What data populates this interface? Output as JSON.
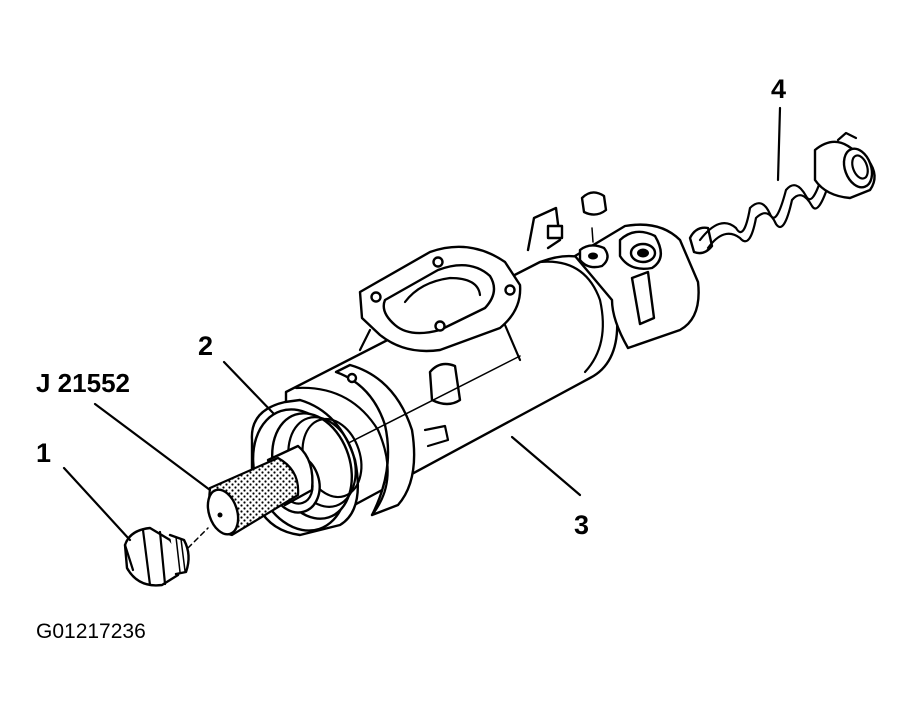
{
  "diagram": {
    "labels": {
      "one": "1",
      "two": "2",
      "three": "3",
      "four": "4",
      "tool": "J 21552"
    },
    "figure_id": "G01217236"
  }
}
